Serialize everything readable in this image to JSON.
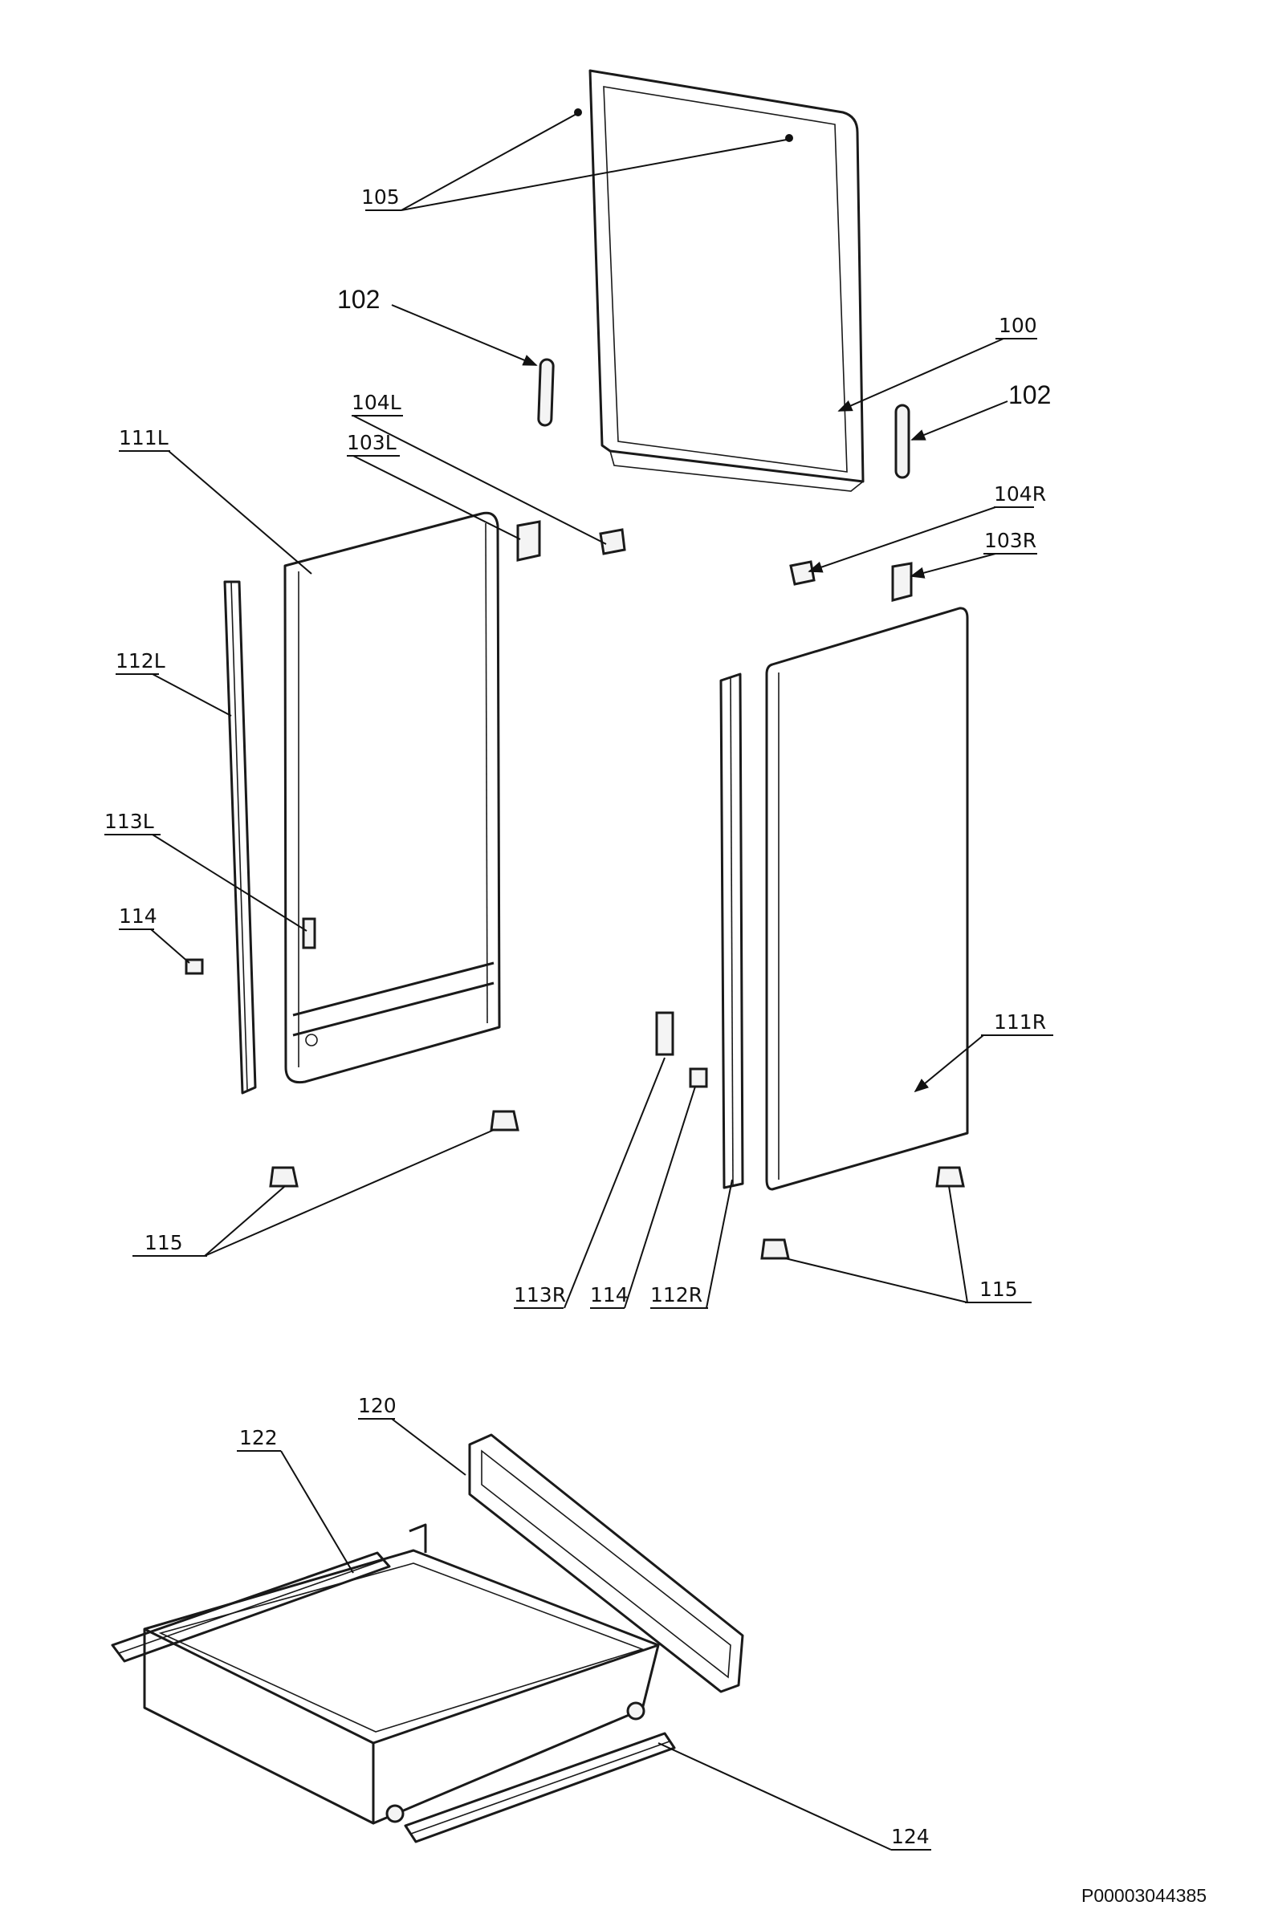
{
  "labels": {
    "l105": "105",
    "l102a": "102",
    "l100": "100",
    "l102b": "102",
    "l104L": "104L",
    "l103L": "103L",
    "l111L": "111L",
    "l104R": "104R",
    "l103R": "103R",
    "l112L": "112L",
    "l113L": "113L",
    "l114a": "114",
    "l111R": "111R",
    "l115a": "115",
    "l113R": "113R",
    "l114b": "114",
    "l112R": "112R",
    "l115b": "115",
    "l120": "120",
    "l122": "122",
    "l124": "124"
  },
  "drawing_code": "P00003044385"
}
